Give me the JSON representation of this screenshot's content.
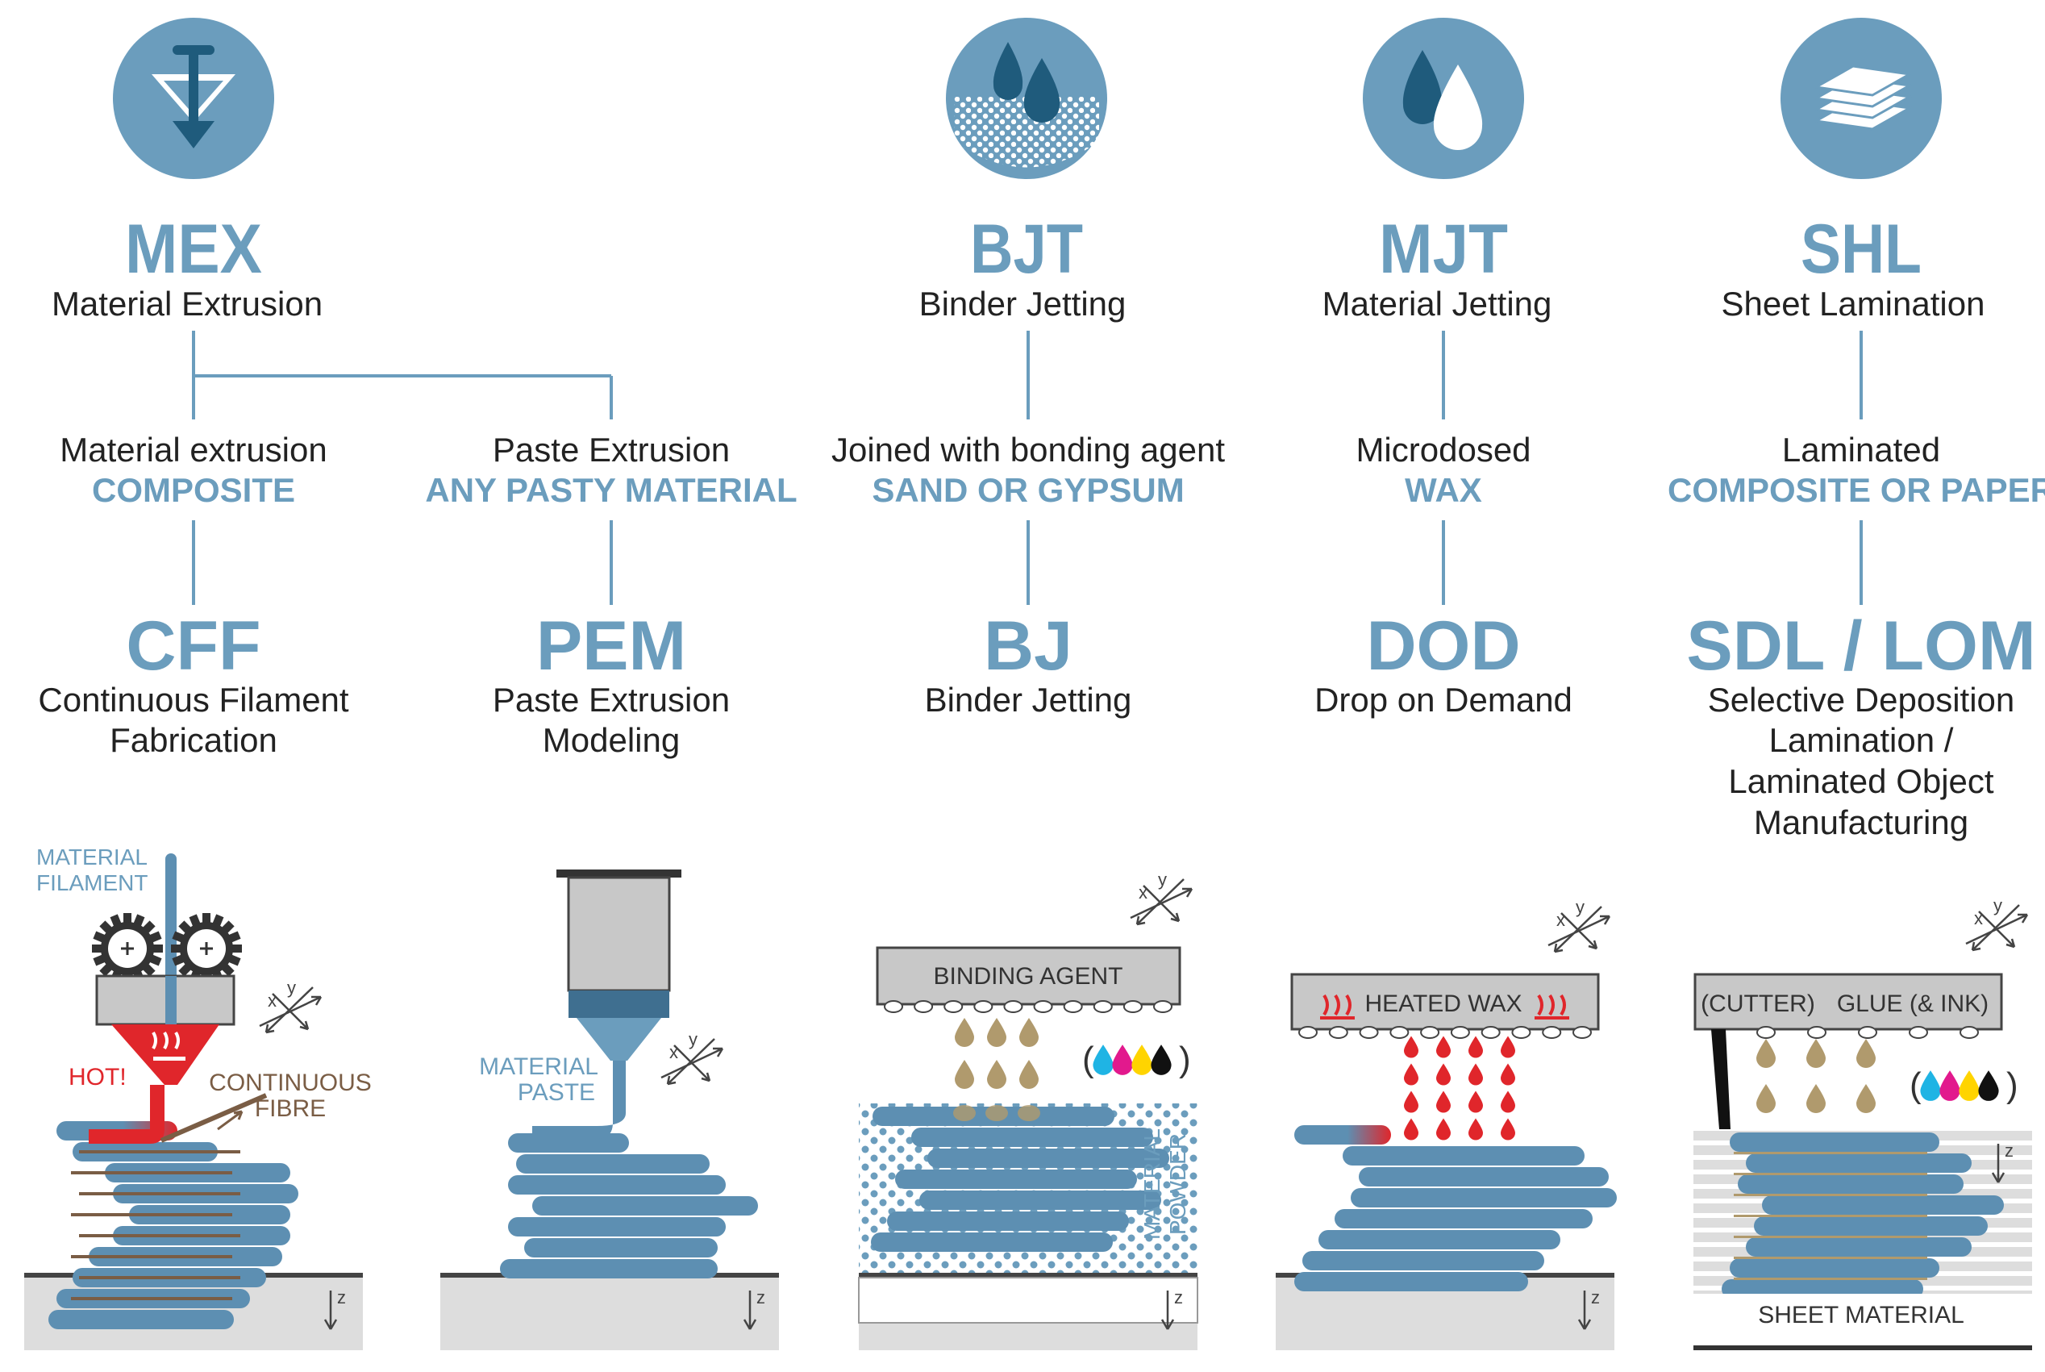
{
  "colors": {
    "blue": "#6b9dbd",
    "dark_blue": "#1f5b7c",
    "bead": "#5d8fb2",
    "red": "#e0262b",
    "tan": "#b09a6d",
    "brown": "#7a5d45",
    "gray": "#c8c8c8",
    "dark_gray": "#333333",
    "cyan": "#1fb4e4",
    "magenta": "#e2198d",
    "yellow": "#ffd400",
    "black": "#111111"
  },
  "columns": [
    {
      "id": "mex",
      "icon": "extrusion-funnel-icon",
      "code": "MEX",
      "name": "Material Extrusion",
      "branches": [
        {
          "line1": "Material extrusion",
          "line2": "COMPOSITE",
          "abbr": "CFF",
          "full": [
            "Continuous Filament",
            "Fabrication"
          ]
        },
        {
          "line1": "Paste Extrusion",
          "line2": "ANY PASTY MATERIAL",
          "abbr": "PEM",
          "full": [
            "Paste Extrusion",
            "Modeling"
          ]
        }
      ]
    },
    {
      "id": "bjt",
      "icon": "binder-drops-icon",
      "code": "BJT",
      "name": "Binder Jetting",
      "branches": [
        {
          "line1": "Joined with bonding agent",
          "line2": "SAND OR GYPSUM",
          "abbr": "BJ",
          "full": [
            "Binder Jetting"
          ]
        }
      ]
    },
    {
      "id": "mjt",
      "icon": "material-drops-icon",
      "code": "MJT",
      "name": "Material Jetting",
      "branches": [
        {
          "line1": "Microdosed",
          "line2": "WAX",
          "abbr": "DOD",
          "full": [
            "Drop on Demand"
          ]
        }
      ]
    },
    {
      "id": "shl",
      "icon": "sheet-stack-icon",
      "code": "SHL",
      "name": "Sheet Lamination",
      "branches": [
        {
          "line1": "Laminated",
          "line2": "COMPOSITE OR PAPER",
          "abbr": "SDL / LOM",
          "full": [
            "Selective Deposition",
            "Lamination /",
            "Laminated Object",
            "Manufacturing"
          ]
        }
      ]
    }
  ],
  "illustrations": {
    "cff": {
      "material": [
        "MATERIAL",
        "FILAMENT"
      ],
      "hot": "HOT!",
      "fibre": [
        "CONTINUOUS",
        "FIBRE"
      ]
    },
    "pem": {
      "material": [
        "MATERIAL",
        "PASTE"
      ]
    },
    "bj": {
      "head": "BINDING AGENT",
      "powder": [
        "MATERIAL",
        "POWDER"
      ]
    },
    "dod": {
      "head": "HEATED WAX"
    },
    "sdl": {
      "cutter": "(CUTTER)",
      "glue": "GLUE (& INK)",
      "sheet": "SHEET MATERIAL"
    },
    "axes": {
      "x": "x",
      "y": "y",
      "z": "z"
    }
  }
}
